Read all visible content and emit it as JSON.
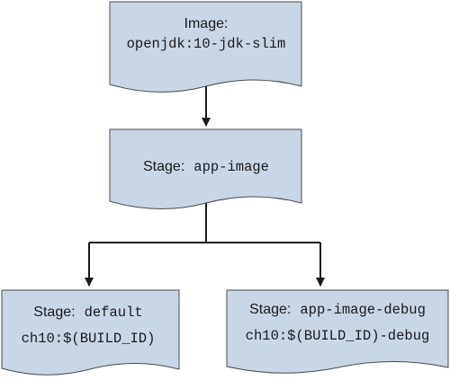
{
  "nodes": {
    "image": {
      "label": "Image:",
      "value": "openjdk:10-jdk-slim"
    },
    "app_image": {
      "label": "Stage:",
      "value": "app-image"
    },
    "default": {
      "label": "Stage:",
      "value": "default",
      "tag": "ch10:$(BUILD_ID)"
    },
    "debug": {
      "label": "Stage:",
      "value": "app-image-debug",
      "tag": "ch10:$(BUILD_ID)-debug"
    }
  },
  "colors": {
    "node_fill": "#c9d6e6",
    "node_stroke": "#4a4a4a",
    "connector": "#1a1a1a",
    "text": "#1a1a1a"
  }
}
